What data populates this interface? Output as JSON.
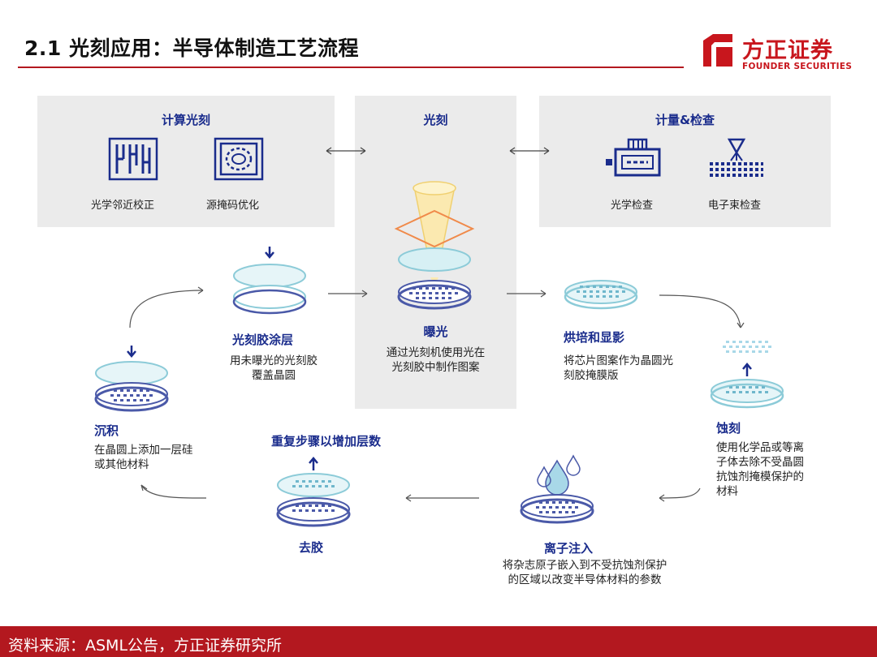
{
  "header": {
    "title": "2.1 光刻应用：半导体制造工艺流程",
    "logo_cn": "方正证券",
    "logo_en": "FOUNDER SECURITIES"
  },
  "top_panels": {
    "computational": {
      "title": "计算光刻",
      "item1": "光学邻近校正",
      "item2": "源掩码优化"
    },
    "lithography": {
      "title": "光刻"
    },
    "metrology": {
      "title": "计量&检查",
      "item1": "光学检查",
      "item2": "电子束检查"
    }
  },
  "steps": {
    "coating": {
      "title": "光刻胶涂层",
      "desc_1": "用未曝光的光刻胶",
      "desc_2": "覆盖晶圆"
    },
    "exposure": {
      "title": "曝光",
      "desc_1": "通过光刻机使用光在",
      "desc_2": "光刻胶中制作图案"
    },
    "bake": {
      "title": "烘培和显影",
      "desc_1": "将芯片图案作为晶圆光",
      "desc_2": "刻胶掩膜版"
    },
    "deposition": {
      "title": "沉积",
      "desc_1": "在晶圆上添加一层硅",
      "desc_2": "或其他材料"
    },
    "repeat": {
      "title": "重复步骤以增加层数"
    },
    "etch": {
      "title": "蚀刻",
      "desc_1": "使用化学品或等离",
      "desc_2": "子体去除不受晶圆",
      "desc_3": "抗蚀剂掩模保护的",
      "desc_4": "材料"
    },
    "strip": {
      "title": "去胶"
    },
    "implant": {
      "title": "离子注入",
      "desc_1": "将杂志原子嵌入到不受抗蚀剂保护",
      "desc_2": "的区域以改变半导体材料的参数"
    }
  },
  "footer": {
    "source": "资料来源：ASML公告，方正证券研究所"
  },
  "colors": {
    "accent_red": "#b3181f",
    "brand_blue": "#1a2c8c",
    "panel_gray": "#ebebeb",
    "wafer_blue": "#4a59a8",
    "wafer_light": "#a8d8e8"
  }
}
